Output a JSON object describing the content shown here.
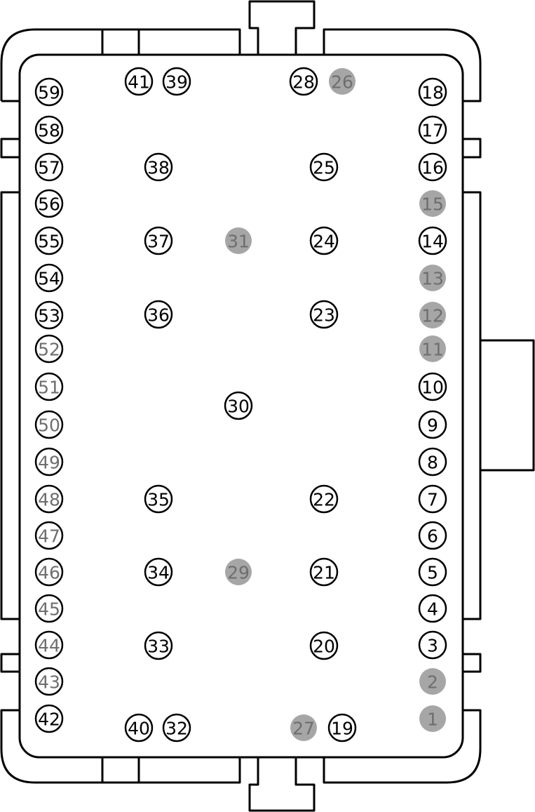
{
  "colors": {
    "outline": "#000000",
    "background": "#ffffff",
    "filled_pin": "#a6a6a6",
    "pin_text": "#000000",
    "dim_pin_text": "#6e6e6e"
  },
  "pins": [
    {
      "label": "1",
      "state": "filled"
    },
    {
      "label": "2",
      "state": "filled"
    },
    {
      "label": "3",
      "state": "normal"
    },
    {
      "label": "4",
      "state": "normal"
    },
    {
      "label": "5",
      "state": "normal"
    },
    {
      "label": "6",
      "state": "normal"
    },
    {
      "label": "7",
      "state": "normal"
    },
    {
      "label": "8",
      "state": "normal"
    },
    {
      "label": "9",
      "state": "normal"
    },
    {
      "label": "10",
      "state": "normal"
    },
    {
      "label": "11",
      "state": "filled"
    },
    {
      "label": "12",
      "state": "filled"
    },
    {
      "label": "13",
      "state": "filled"
    },
    {
      "label": "14",
      "state": "normal"
    },
    {
      "label": "15",
      "state": "filled"
    },
    {
      "label": "16",
      "state": "normal"
    },
    {
      "label": "17",
      "state": "normal"
    },
    {
      "label": "18",
      "state": "normal"
    },
    {
      "label": "19",
      "state": "normal"
    },
    {
      "label": "20",
      "state": "normal"
    },
    {
      "label": "21",
      "state": "normal"
    },
    {
      "label": "22",
      "state": "normal"
    },
    {
      "label": "23",
      "state": "normal"
    },
    {
      "label": "24",
      "state": "normal"
    },
    {
      "label": "25",
      "state": "normal"
    },
    {
      "label": "26",
      "state": "filled"
    },
    {
      "label": "27",
      "state": "filled"
    },
    {
      "label": "28",
      "state": "normal"
    },
    {
      "label": "29",
      "state": "filled"
    },
    {
      "label": "30",
      "state": "normal"
    },
    {
      "label": "31",
      "state": "filled"
    },
    {
      "label": "32",
      "state": "normal"
    },
    {
      "label": "33",
      "state": "normal"
    },
    {
      "label": "34",
      "state": "normal"
    },
    {
      "label": "35",
      "state": "normal"
    },
    {
      "label": "36",
      "state": "normal"
    },
    {
      "label": "37",
      "state": "normal"
    },
    {
      "label": "38",
      "state": "normal"
    },
    {
      "label": "39",
      "state": "normal"
    },
    {
      "label": "40",
      "state": "normal"
    },
    {
      "label": "41",
      "state": "normal"
    },
    {
      "label": "42",
      "state": "normal"
    },
    {
      "label": "43",
      "state": "dim"
    },
    {
      "label": "44",
      "state": "dim"
    },
    {
      "label": "45",
      "state": "dim"
    },
    {
      "label": "46",
      "state": "dim"
    },
    {
      "label": "47",
      "state": "dim"
    },
    {
      "label": "48",
      "state": "dim"
    },
    {
      "label": "49",
      "state": "dim"
    },
    {
      "label": "50",
      "state": "dim"
    },
    {
      "label": "51",
      "state": "dim"
    },
    {
      "label": "52",
      "state": "dim"
    },
    {
      "label": "53",
      "state": "normal"
    },
    {
      "label": "54",
      "state": "normal"
    },
    {
      "label": "55",
      "state": "normal"
    },
    {
      "label": "56",
      "state": "normal"
    },
    {
      "label": "57",
      "state": "normal"
    },
    {
      "label": "58",
      "state": "normal"
    },
    {
      "label": "59",
      "state": "normal"
    }
  ]
}
